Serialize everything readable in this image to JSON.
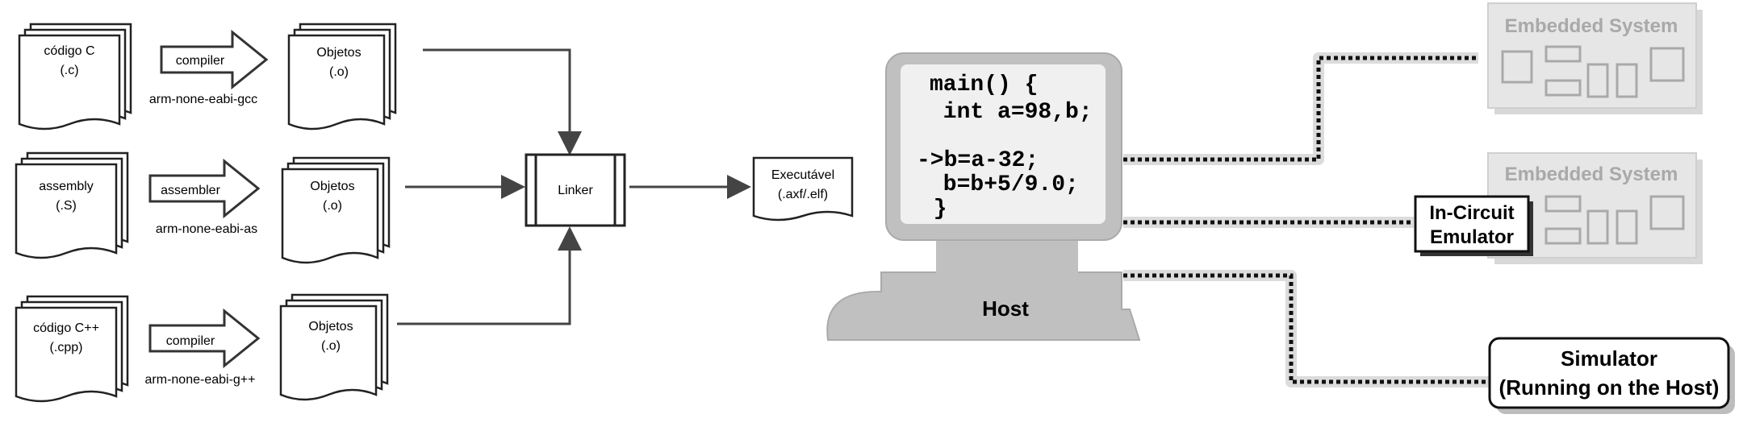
{
  "left": {
    "sources": [
      {
        "line1": "código C",
        "line2": "(.c)"
      },
      {
        "line1": "assembly",
        "line2": "(.S)"
      },
      {
        "line1": "código C++",
        "line2": "(.cpp)"
      }
    ],
    "tools": [
      {
        "label": "compiler",
        "command": "arm-none-eabi-gcc"
      },
      {
        "label": "assembler",
        "command": "arm-none-eabi-as"
      },
      {
        "label": "compiler",
        "command": "arm-none-eabi-g++"
      }
    ],
    "objects": [
      {
        "line1": "Objetos",
        "line2": "(.o)"
      },
      {
        "line1": "Objetos",
        "line2": "(.o)"
      },
      {
        "line1": "Objetos",
        "line2": "(.o)"
      }
    ],
    "linker": "Linker",
    "executable": {
      "line1": "Executável",
      "line2": "(.axf/.elf)"
    }
  },
  "right": {
    "code_lines": [
      "main() {",
      " int a=98,b;",
      "",
      "->b=a-32;",
      " b=b+5/9.0;",
      " }"
    ],
    "host_label": "Host",
    "embedded_title_1": "Embedded System",
    "embedded_title_2": "Embedded System",
    "emulator_line1": "In-Circuit",
    "emulator_line2": "Emulator",
    "simulator_line1": "Simulator",
    "simulator_line2": "(Running on the Host)"
  },
  "colors": {
    "line": "#444444",
    "gray_fill": "#c0c0c0",
    "light_gray": "#e6e6e6",
    "screen": "#f0f0f0"
  }
}
